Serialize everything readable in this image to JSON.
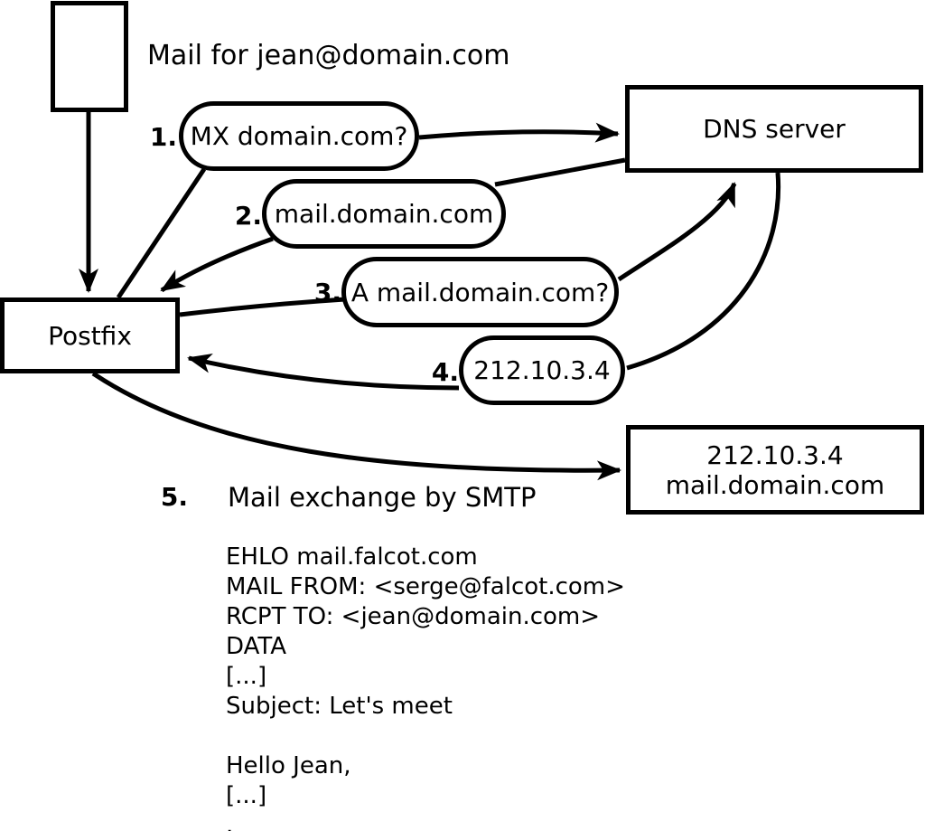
{
  "title": "Mail for jean@domain.com",
  "nodes": {
    "postfix": {
      "label": "Postfix"
    },
    "dns": {
      "label": "DNS server"
    },
    "mail_server": {
      "line1": "212.10.3.4",
      "line2": "mail.domain.com"
    }
  },
  "steps": [
    {
      "number": "1.",
      "label": "MX domain.com?"
    },
    {
      "number": "2.",
      "label": "mail.domain.com"
    },
    {
      "number": "3.",
      "label": "A mail.domain.com?"
    },
    {
      "number": "4.",
      "label": "212.10.3.4"
    },
    {
      "number": "5.",
      "label": "Mail exchange by SMTP"
    }
  ],
  "smtp_transcript": {
    "lines": [
      "EHLO mail.falcot.com",
      "MAIL FROM: <serge@falcot.com>",
      "RCPT TO: <jean@domain.com>",
      "DATA",
      "[...]",
      "Subject: Let's meet",
      "",
      "Hello Jean,",
      "[...]",
      "."
    ]
  },
  "colors": {
    "stroke": "#000000",
    "background": "#ffffff"
  }
}
